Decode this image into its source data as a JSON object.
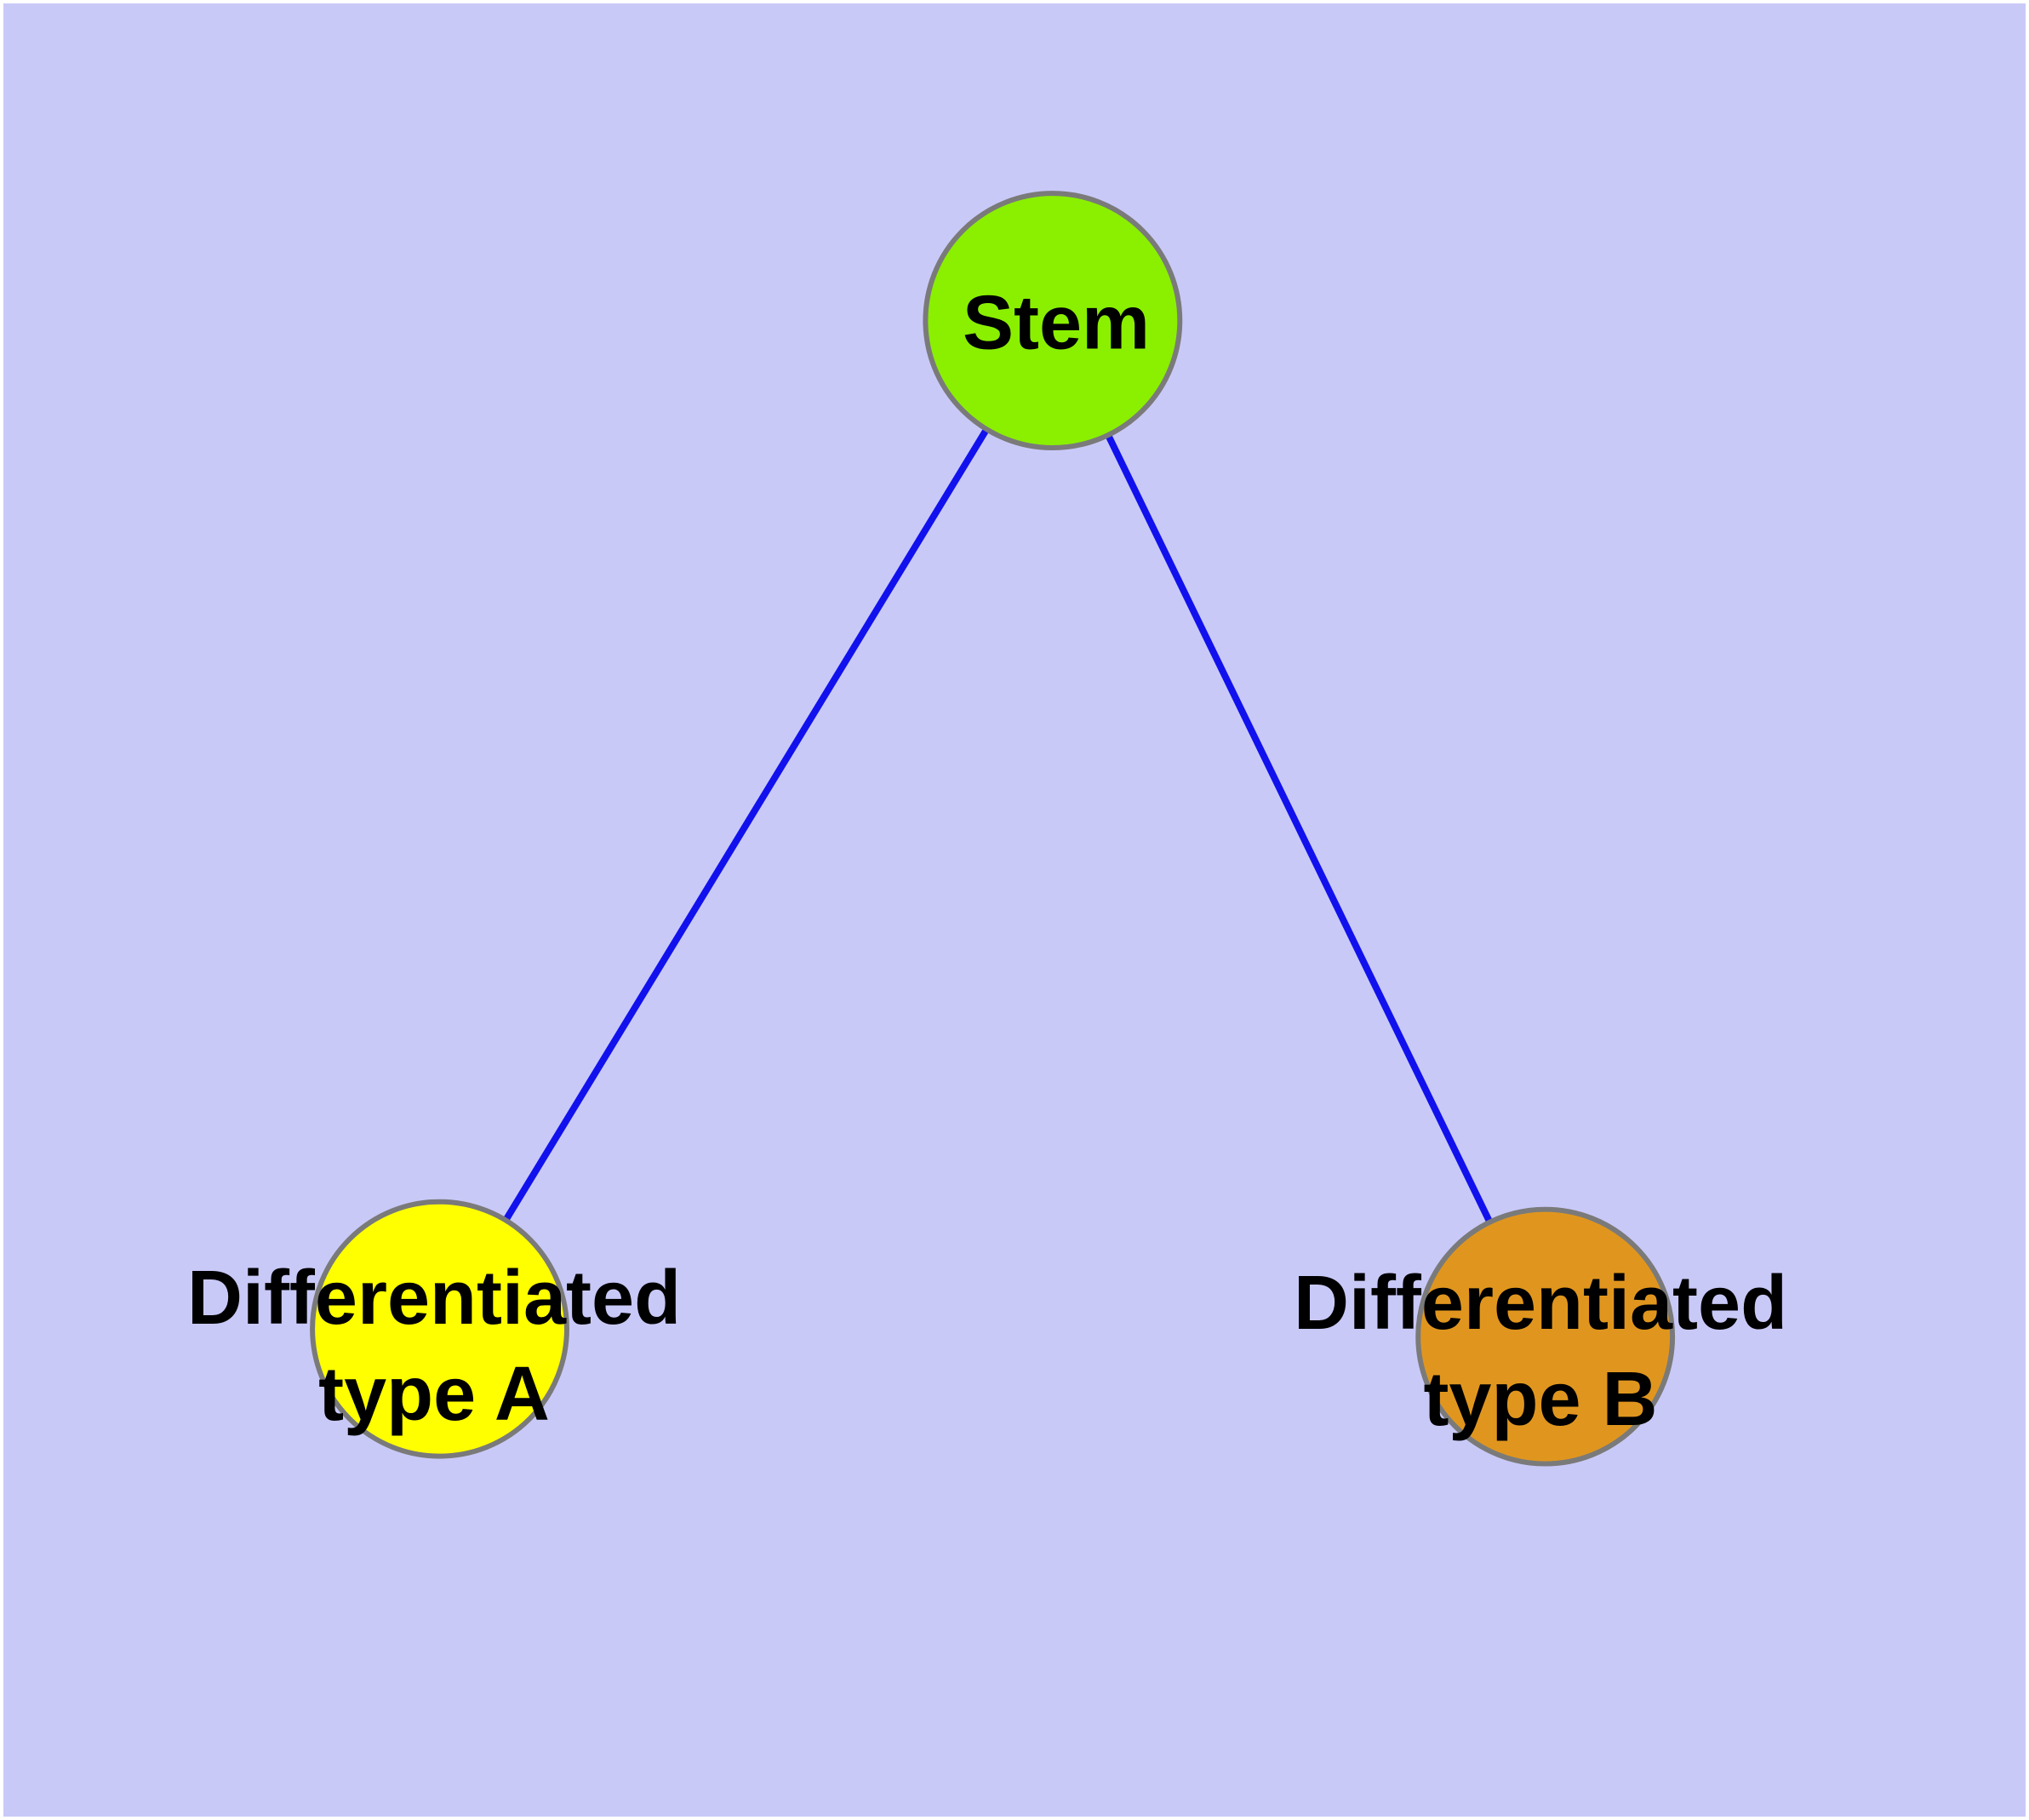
{
  "canvas": {
    "background_color": "#C9C9F8",
    "frame_color": "#FFFFFF"
  },
  "diagram": {
    "type": "node-link-graph",
    "text_color": "#000000",
    "node_border_color": "#7A7A7A",
    "edge_color": "#1111EE",
    "nodes": [
      {
        "id": "stem",
        "label": "Stem",
        "lines": [
          "Stem"
        ],
        "fill": "#8AF000"
      },
      {
        "id": "differentiated-type-a",
        "label": "Differentiated type A",
        "lines": [
          "Differentiated",
          "type A"
        ],
        "fill": "#FFFF00"
      },
      {
        "id": "differentiated-type-b",
        "label": "Differentiated type B",
        "lines": [
          "Differentiated",
          "type B"
        ],
        "fill": "#E0961E"
      }
    ],
    "edges": [
      {
        "from": "stem",
        "to": "differentiated-type-a",
        "color": "#1111EE"
      },
      {
        "from": "stem",
        "to": "differentiated-type-b",
        "color": "#1111EE"
      }
    ]
  }
}
